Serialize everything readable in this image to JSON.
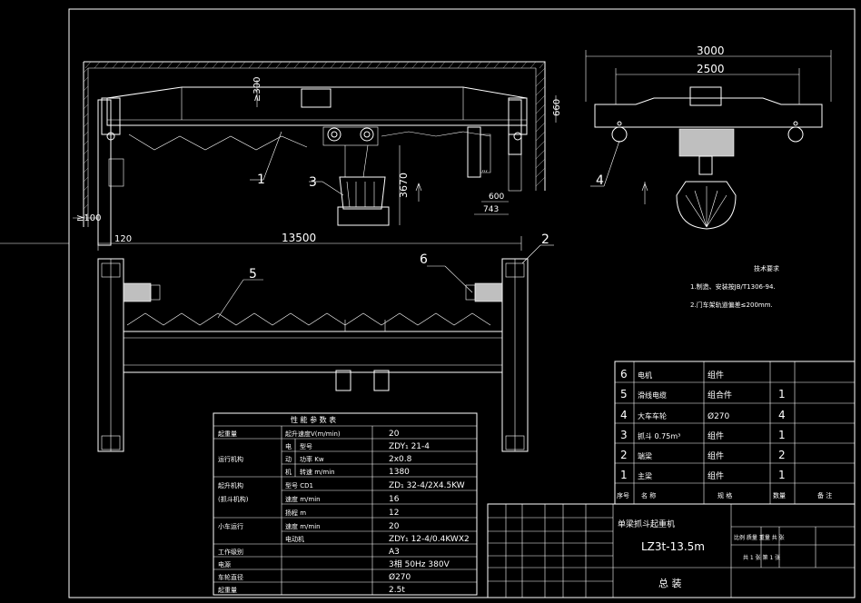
{
  "dimensions": {
    "top_clearance": "≥300",
    "span": "13500",
    "hook_height": "3670",
    "end_clearance": "≥100",
    "end_offset": "120",
    "dim_600": "600",
    "dim_743": "743",
    "dim_660": "660",
    "dim_3000": "3000",
    "dim_2500": "2500",
    "rail_label": "ﾐ\u0010 \u001b"
  },
  "callouts": [
    "1",
    "2",
    "3",
    "4",
    "5",
    "6"
  ],
  "notes": {
    "title": "技术要求",
    "line1": "1.制造、安装按JB/T1306-94.",
    "line2": "2.门车架轨道偏差≤200mm."
  },
  "specs": {
    "header": "性 能 参 数 表",
    "rows": [
      {
        "group": "起重量",
        "sub": "",
        "name": "起升速度V(m/min)",
        "value": "20"
      },
      {
        "group": "",
        "sub": "电",
        "name": "型号",
        "value": "ZDY₁ 21-4"
      },
      {
        "group": "运行机构",
        "sub": "动",
        "name": "功率 Kw",
        "value": "2x0.8"
      },
      {
        "group": "",
        "sub": "机",
        "name": "转速 m/min",
        "value": "1380"
      },
      {
        "group": "起升机构",
        "sub": "",
        "name": "型号 CD1",
        "value": "ZD₁ 32-4/2X4.5KW"
      },
      {
        "group": "(抓斗机构)",
        "sub": "",
        "name": "速度 m/min",
        "value": "16"
      },
      {
        "group": "",
        "sub": "",
        "name": "扬程 m",
        "value": "12"
      },
      {
        "group": "小车运行",
        "sub": "",
        "name": "速度 m/min",
        "value": "20"
      },
      {
        "group": "",
        "sub": "",
        "name": "电动机",
        "value": "ZDY₁ 12-4/0.4KWX2"
      },
      {
        "group": "工作级别",
        "sub": "",
        "name": "",
        "value": "A3"
      },
      {
        "group": "电源",
        "sub": "",
        "name": "",
        "value": "3相  50Hz  380V"
      },
      {
        "group": "车轮直径",
        "sub": "",
        "name": "",
        "value": "Ø270"
      },
      {
        "group": "起重量",
        "sub": "",
        "name": "",
        "value": "2.5t"
      }
    ]
  },
  "parts": {
    "rows": [
      {
        "no": "6",
        "name": "电机",
        "material": "组件",
        "qty": "",
        "note": ""
      },
      {
        "no": "5",
        "name": "滑线电缆",
        "material": "组合件",
        "qty": "1",
        "note": ""
      },
      {
        "no": "4",
        "name": "大车车轮",
        "material": "Ø270",
        "qty": "4",
        "note": ""
      },
      {
        "no": "3",
        "name": "抓斗 0.75m³",
        "material": "组件",
        "qty": "1",
        "note": ""
      },
      {
        "no": "2",
        "name": "端梁",
        "material": "组件",
        "qty": "2",
        "note": ""
      },
      {
        "no": "1",
        "name": "主梁",
        "material": "组件",
        "qty": "1",
        "note": ""
      }
    ],
    "header": [
      "序号",
      "名 称",
      "规 格",
      "数量",
      "备 注"
    ]
  },
  "title_block": {
    "product": "单梁抓斗起重机",
    "model": "LZ3t-13.5m",
    "drawing_type": "总 装",
    "scale_row": "比例  质量  重量  共  张",
    "sheet_row": "共 1 张   第 1 张"
  }
}
